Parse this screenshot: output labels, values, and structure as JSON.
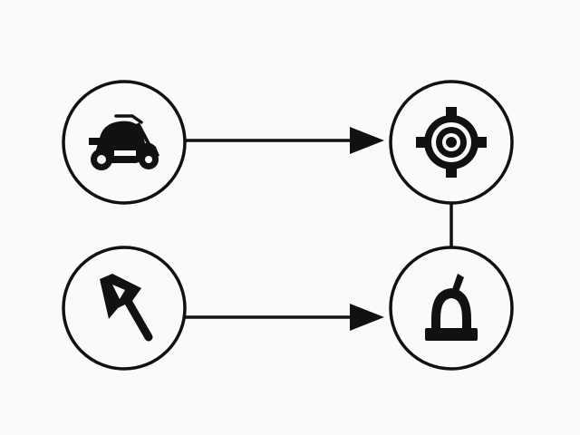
{
  "diagram": {
    "background": "#fafafa",
    "stroke_color": "#111111",
    "nodes": [
      {
        "id": "motorcycle",
        "icon": "motorcycle-icon"
      },
      {
        "id": "target",
        "icon": "target-gear-icon"
      },
      {
        "id": "trowel",
        "icon": "trowel-icon"
      },
      {
        "id": "dome",
        "icon": "dome-lever-icon"
      }
    ],
    "edges": [
      {
        "from": "motorcycle",
        "to": "target",
        "type": "arrow"
      },
      {
        "from": "trowel",
        "to": "dome",
        "type": "arrow"
      },
      {
        "from": "target",
        "to": "dome",
        "type": "line"
      }
    ]
  }
}
